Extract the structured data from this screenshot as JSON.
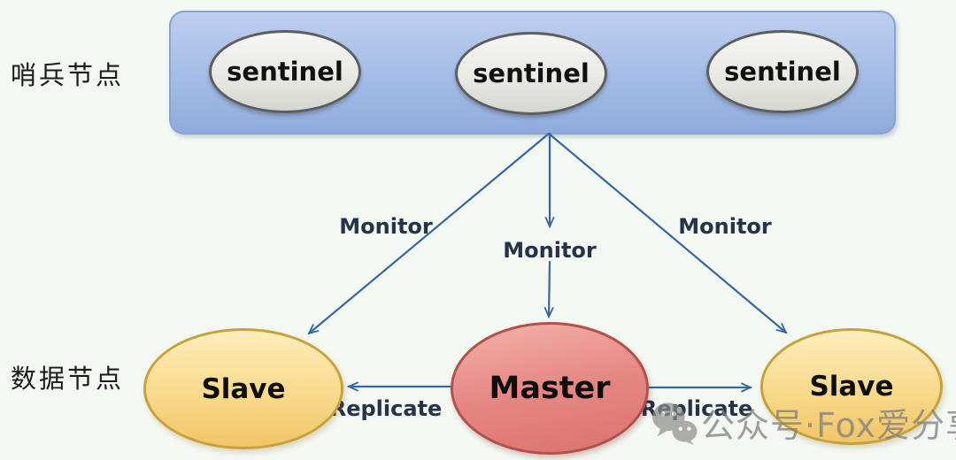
{
  "diagram": {
    "labels": {
      "sentinel_row": "哨兵节点",
      "data_row": "数据节点"
    },
    "sentinel_nodes": [
      {
        "label": "sentinel"
      },
      {
        "label": "sentinel"
      },
      {
        "label": "sentinel"
      }
    ],
    "data_nodes": {
      "slave_left": "Slave",
      "master": "Master",
      "slave_right": "Slave"
    },
    "edges": {
      "monitor_left": "Monitor",
      "monitor_middle": "Monitor",
      "monitor_right": "Monitor",
      "replicate_left": "Replicate",
      "replicate_right": "Replicate"
    },
    "watermark": {
      "icon": "wechat-icon",
      "text": "公众号·Fox爱分享"
    },
    "colors": {
      "background": "#f3f8f2",
      "panel_blue": "#a6bee7",
      "sentinel_fill": "#e9e9e5",
      "slave_yellow": "#f8d98c",
      "master_red": "#e68783",
      "arrow_blue": "#36679f"
    }
  }
}
